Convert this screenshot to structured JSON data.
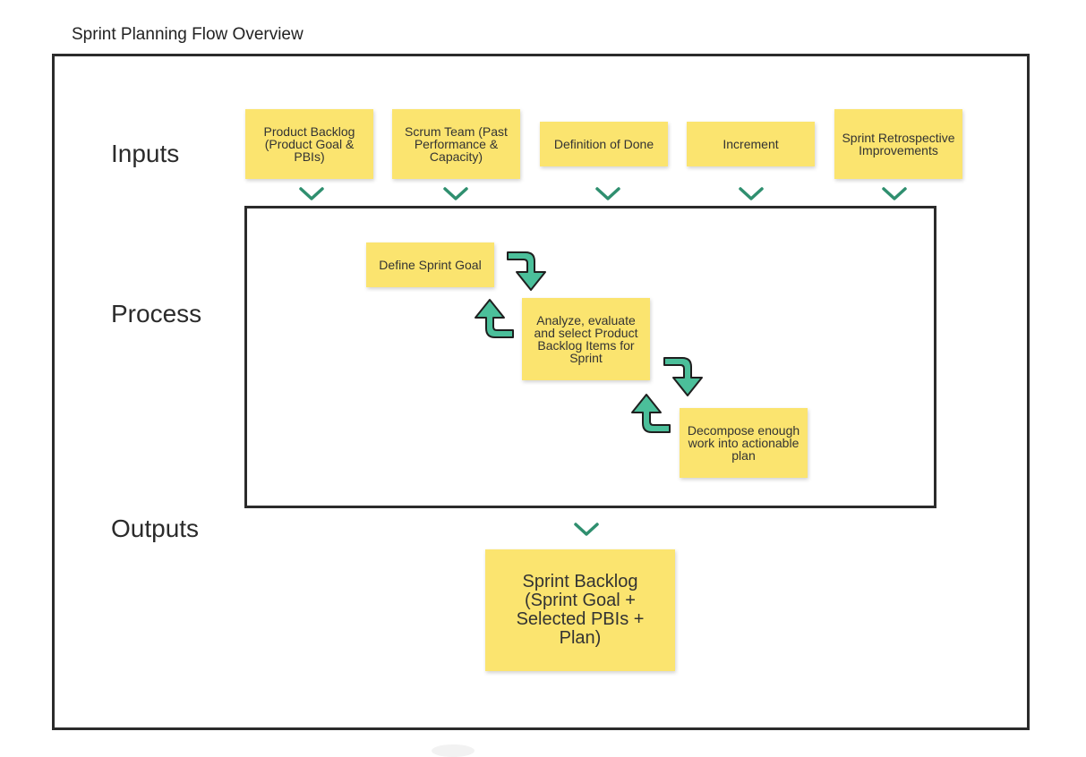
{
  "page_title": "Sprint Planning Flow Overview",
  "sections": {
    "inputs_label": "Inputs",
    "process_label": "Process",
    "outputs_label": "Outputs"
  },
  "inputs": [
    {
      "label": "Product Backlog (Product Goal & PBIs)"
    },
    {
      "label": "Scrum Team (Past Performance & Capacity)"
    },
    {
      "label": "Definition of Done"
    },
    {
      "label": "Increment"
    },
    {
      "label": "Sprint Retrospective Improvements"
    }
  ],
  "process_steps": [
    {
      "label": "Define Sprint Goal"
    },
    {
      "label": "Analyze, evaluate and select Product Backlog Items for Sprint"
    },
    {
      "label": "Decompose enough work into actionable plan"
    }
  ],
  "output": {
    "label": "Sprint Backlog (Sprint Goal + Selected PBIs + Plan)"
  },
  "colors": {
    "sticky": "#fbe46f",
    "arrow_fill": "#4bbf9a",
    "arrow_stroke": "#1f1f1f",
    "chevron": "#2f8f6f",
    "border": "#2b2b2b"
  },
  "icons": {
    "chevron": "chevron-down-icon",
    "curved_down": "curved-arrow-down-icon",
    "curved_up": "curved-arrow-up-icon"
  }
}
